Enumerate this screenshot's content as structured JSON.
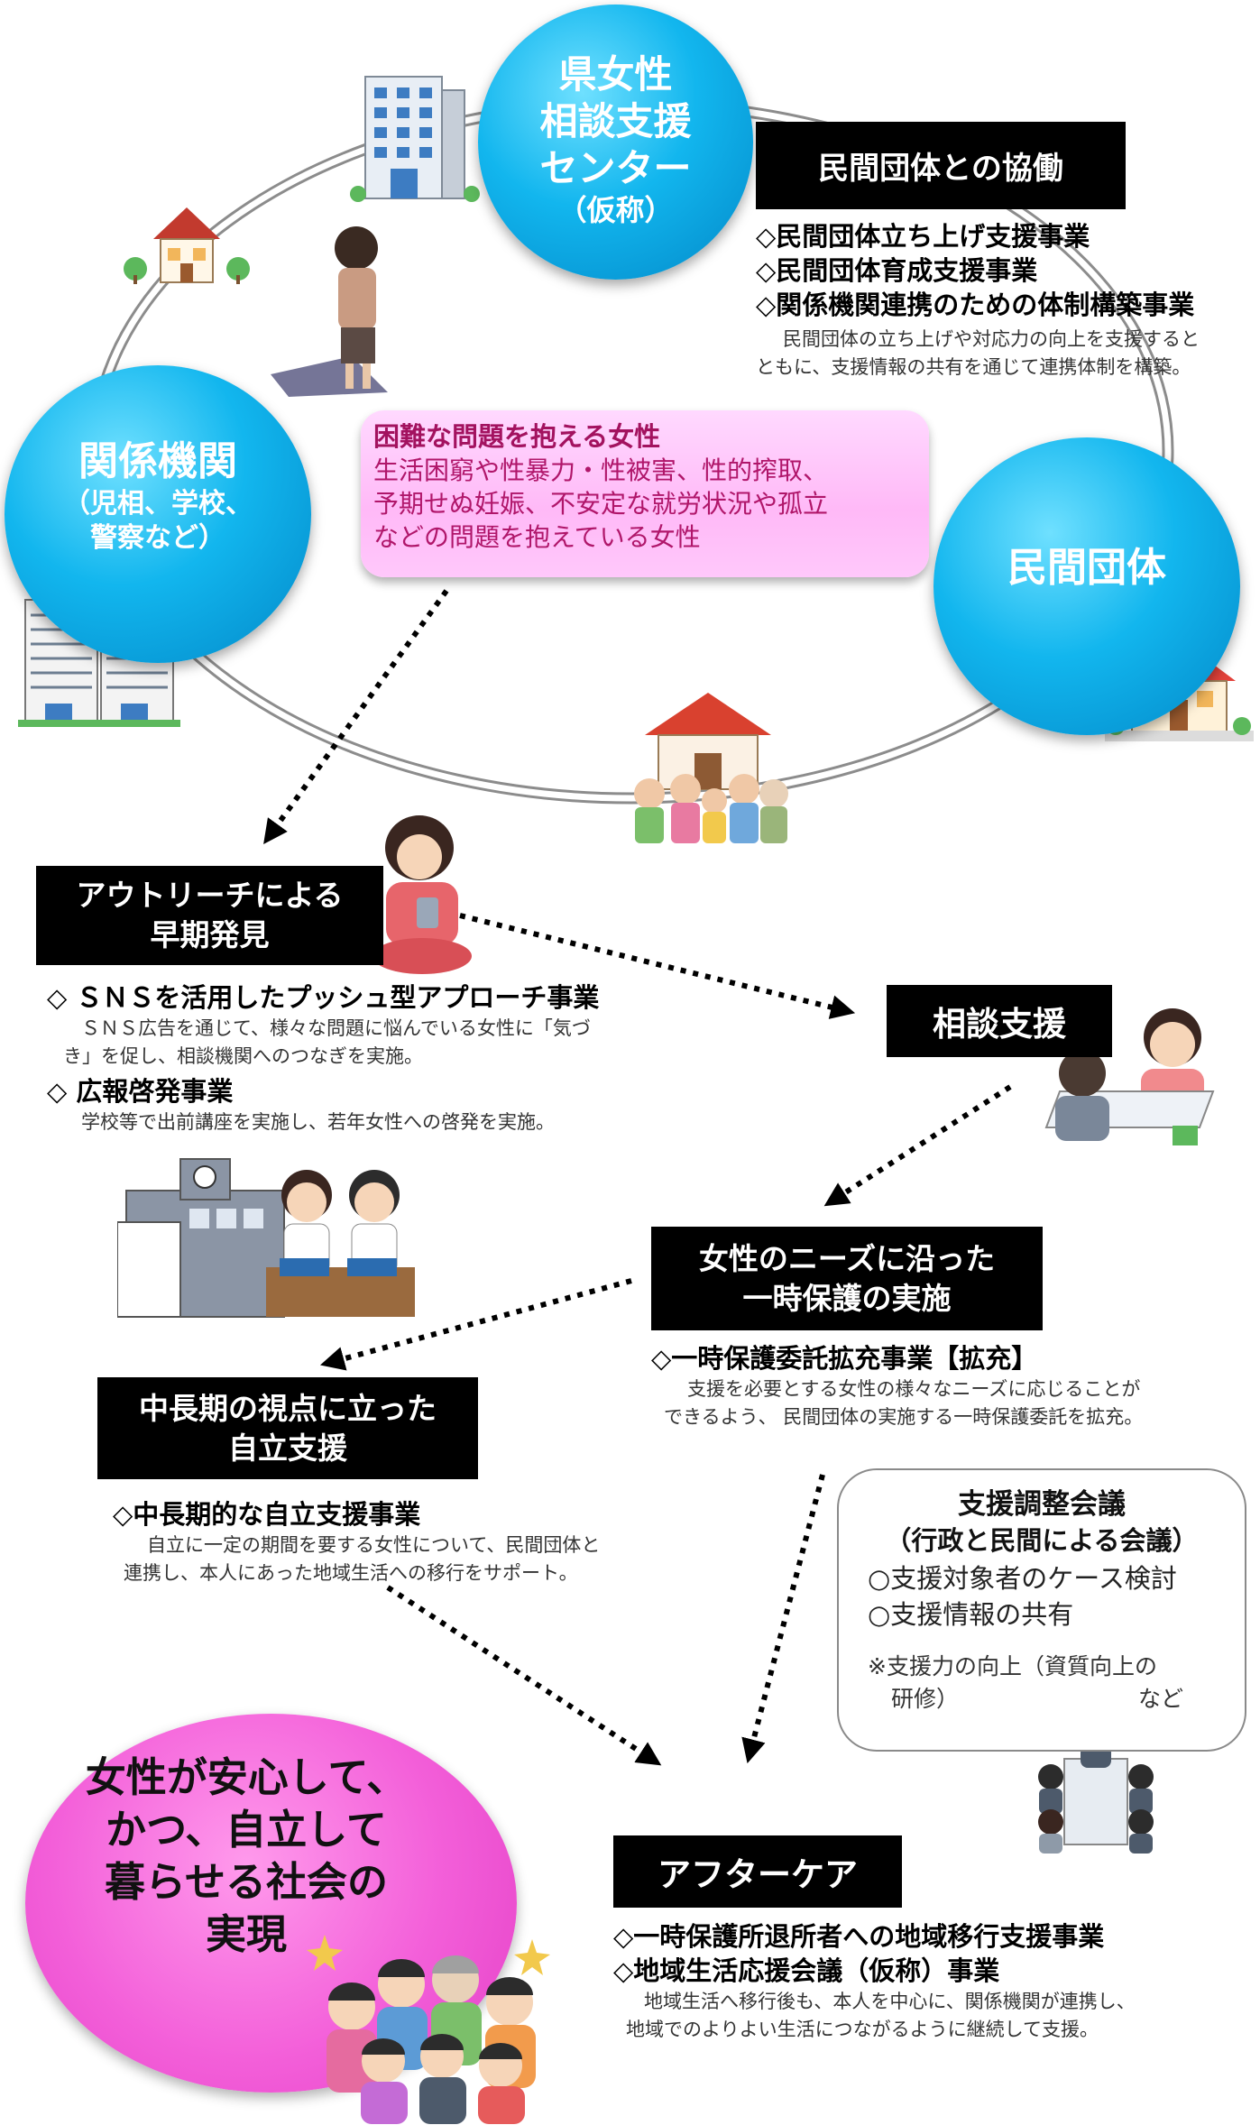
{
  "circles": {
    "center": {
      "lines": [
        "県女性",
        "相談支援",
        "センター"
      ],
      "sub": "（仮称）"
    },
    "related": {
      "title": "関係機関",
      "sub": [
        "（児相、学校、",
        "警察など）"
      ]
    },
    "private": {
      "title": "民間団体"
    }
  },
  "collaboration": {
    "header": "民間団体との協働",
    "items": [
      "◇民間団体立ち上げ支援事業",
      "◇民間団体育成支援事業",
      "◇関係機関連携のための体制構築事業"
    ],
    "desc": [
      "民間団体の立ち上げや対応力の向上を支援すると",
      "ともに、支援情報の共有を通じて連携体制を構築。"
    ]
  },
  "women": {
    "title": "困難な問題を抱える女性",
    "lines": [
      "生活困窮や性暴力・性被害、性的搾取、",
      "予期せぬ妊娠、不安定な就労状況や孤立",
      "などの問題を抱えている女性"
    ]
  },
  "outreach": {
    "header": [
      "アウトリーチによる",
      "早期発見"
    ],
    "item1": "◇ ＳＮＳを活用したプッシュ型アプローチ事業",
    "desc1": [
      "ＳＮＳ広告を通じて、様々な問題に悩んでいる女性に「気づ",
      "き」を促し、相談機関へのつなぎを実施。"
    ],
    "item2": "◇ 広報啓発事業",
    "desc2": [
      "学校等で出前講座を実施し、若年女性への啓発を実施。"
    ]
  },
  "consult": {
    "header": "相談支援"
  },
  "shelter": {
    "header": [
      "女性のニーズに沿った",
      "一時保護の実施"
    ],
    "item": "◇一時保護委託拡充事業【拡充】",
    "desc": [
      "支援を必要とする女性の様々なニーズに応じることが",
      "できるよう、 民間団体の実施する一時保護委託を拡充。"
    ]
  },
  "longterm": {
    "header": [
      "中長期の視点に立った",
      "自立支援"
    ],
    "item": "◇中長期的な自立支援事業",
    "desc": [
      "自立に一定の期間を要する女性について、民間団体と",
      "連携し、本人にあった地域生活への移行をサポート。"
    ]
  },
  "meeting": {
    "title": [
      "支援調整会議",
      "（行政と民間による会議）"
    ],
    "items": [
      "○支援対象者のケース検討",
      "○支援情報の共有"
    ],
    "note": [
      "※支援力の向上（資質向上の",
      "研修）"
    ],
    "note_tail": "など"
  },
  "aftercare": {
    "header": "アフターケア",
    "items": [
      "◇一時保護所退所者への地域移行支援事業",
      "◇地域生活応援会議（仮称）事業"
    ],
    "desc": [
      "地域生活へ移行後も、本人を中心に、関係機関が連携し、",
      "地域でのよりよい生活につながるように継続して支援。"
    ]
  },
  "goal": {
    "lines": [
      "女性が安心して、",
      "かつ、自立して",
      "暮らせる社会の",
      "実現"
    ]
  },
  "colors": {
    "circle_blue": "#12b6ee",
    "goal_pink": "#f35fd9",
    "women_pink": "#ffc8fb",
    "header_black": "#000000"
  }
}
